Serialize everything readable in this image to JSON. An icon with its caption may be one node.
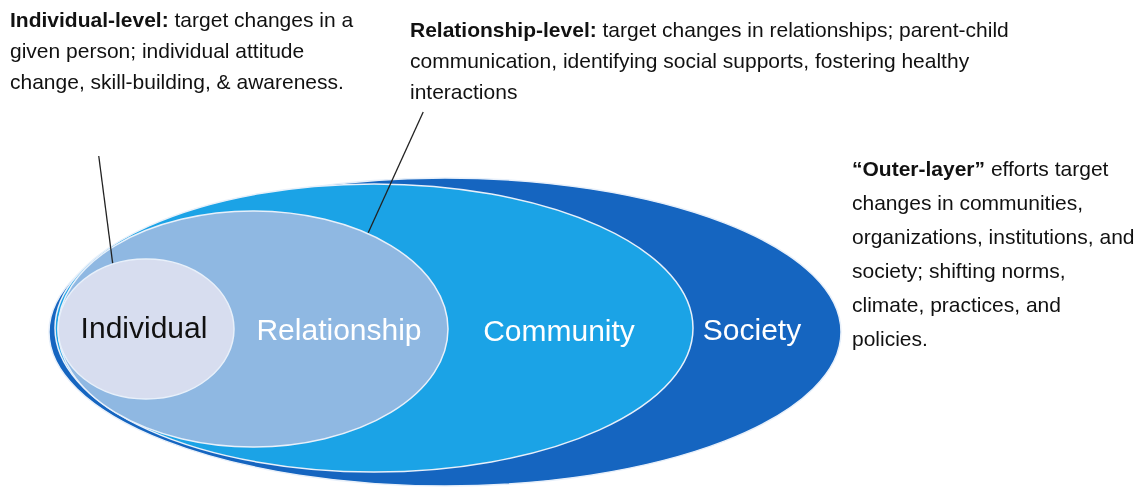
{
  "diagram": {
    "nodes": [
      {
        "text": [
          "Society"
        ]
      },
      {
        "text": [
          "Community"
        ],
        "in": 0
      },
      {
        "text": [
          "Relationship"
        ],
        "in": 1
      },
      {
        "text": [
          "Individual"
        ],
        "in": 2
      },
      {
        "text": [
          "**Individual-level:** target changes in a given person; individual attitude change, skill-building, & awareness."
        ]
      },
      {
        "text": [
          "**Relationship-level:** target changes in relationships; parent-child communication, identifying social supports, fostering healthy interactions"
        ]
      }
    ],
    "edges": [
      {
        "from": 4,
        "to": 3,
        "arrow": "none"
      },
      {
        "from": 5,
        "to": 2,
        "arrow": "none"
      }
    ],
    "labels": [
      "**“Outer-layer”** efforts target changes in communities, organizations, institutions, and society; shifting norms, climate, practices, and policies."
    ]
  }
}
